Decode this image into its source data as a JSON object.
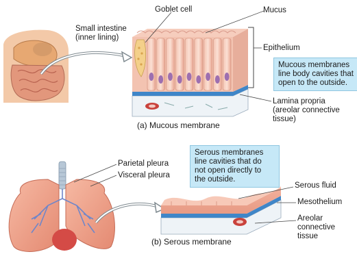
{
  "panel_a": {
    "organ_label": "Small intestine\n(inner lining)",
    "goblet_cell": "Goblet cell",
    "mucus": "Mucus",
    "epithelium": "Epithelium",
    "lamina_propria": "Lamina propria\n(areolar connective\ntissue)",
    "callout": "Mucous membranes\nline body cavities that\nopen to the outside.",
    "caption": "(a)  Mucous membrane"
  },
  "panel_b": {
    "parietal_pleura": "Parietal pleura",
    "visceral_pleura": "Visceral pleura",
    "callout": "Serous  membranes\nline cavities that do\nnot open directly to\nthe outside.",
    "serous_fluid": "Serous fluid",
    "mesothelium": "Mesothelium",
    "areolar": "Areolar\nconnective\ntissue",
    "caption": "(b)  Serous membrane"
  },
  "colors": {
    "callout_fill": "#c6e8f7",
    "epithelium_pink": "#f0b6a4",
    "basement_blue": "#3f86c8",
    "lung_pink": "#ef9f88"
  }
}
